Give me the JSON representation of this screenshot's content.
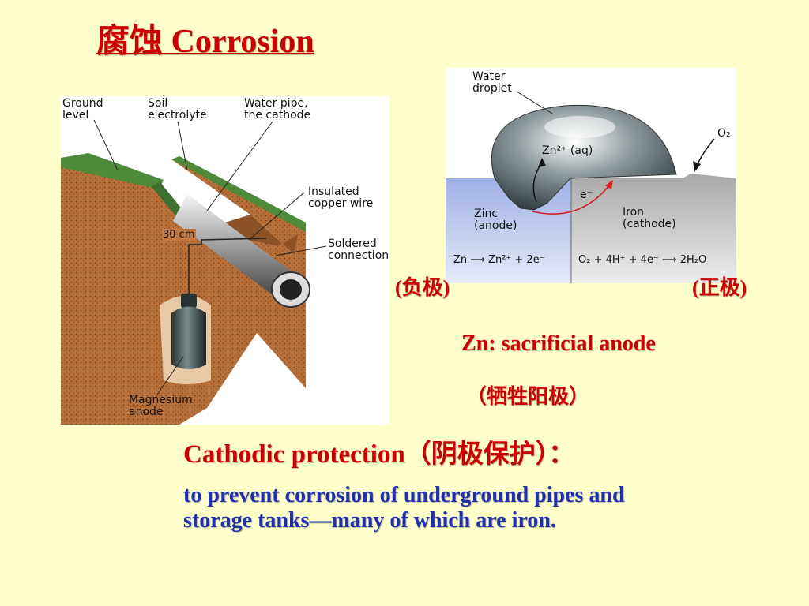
{
  "title": "腐蚀 Corrosion",
  "pipe_figure": {
    "ground_label": "Ground\nlevel",
    "soil_label": "Soil\nelectrolyte",
    "pipe_label": "Water pipe,\nthe cathode",
    "wire_label": "Insulated\ncopper wire",
    "solder_label": "Soldered\nconnection",
    "depth_label": "30 cm",
    "anode_label": "Magnesium\nanode"
  },
  "droplet_figure": {
    "water_label": "Water\ndroplet",
    "o2_label": "O₂",
    "zn_ion_label": "Zn²⁺ (aq)",
    "electron_label": "e⁻",
    "zinc_label": "Zinc\n(anode)",
    "iron_label": "Iron\n(cathode)",
    "zn_eq": "Zn ⟶ Zn²⁺ + 2e⁻",
    "o2_eq": "O₂ + 4H⁺ + 4e⁻ ⟶ 2H₂O"
  },
  "neg_label": "(负极)",
  "pos_label": "(正极)",
  "zn_line": "Zn:  sacrificial anode",
  "zn_cn": "（牺牲阳极）",
  "cp_heading": "Cathodic protection（阴极保护）：",
  "cp_body": "to prevent corrosion of underground pipes and storage tanks—many of which are iron.",
  "colors": {
    "background": "#FFFFCC",
    "heading_red": "#CC0000",
    "body_blue": "#1F2FB0"
  }
}
